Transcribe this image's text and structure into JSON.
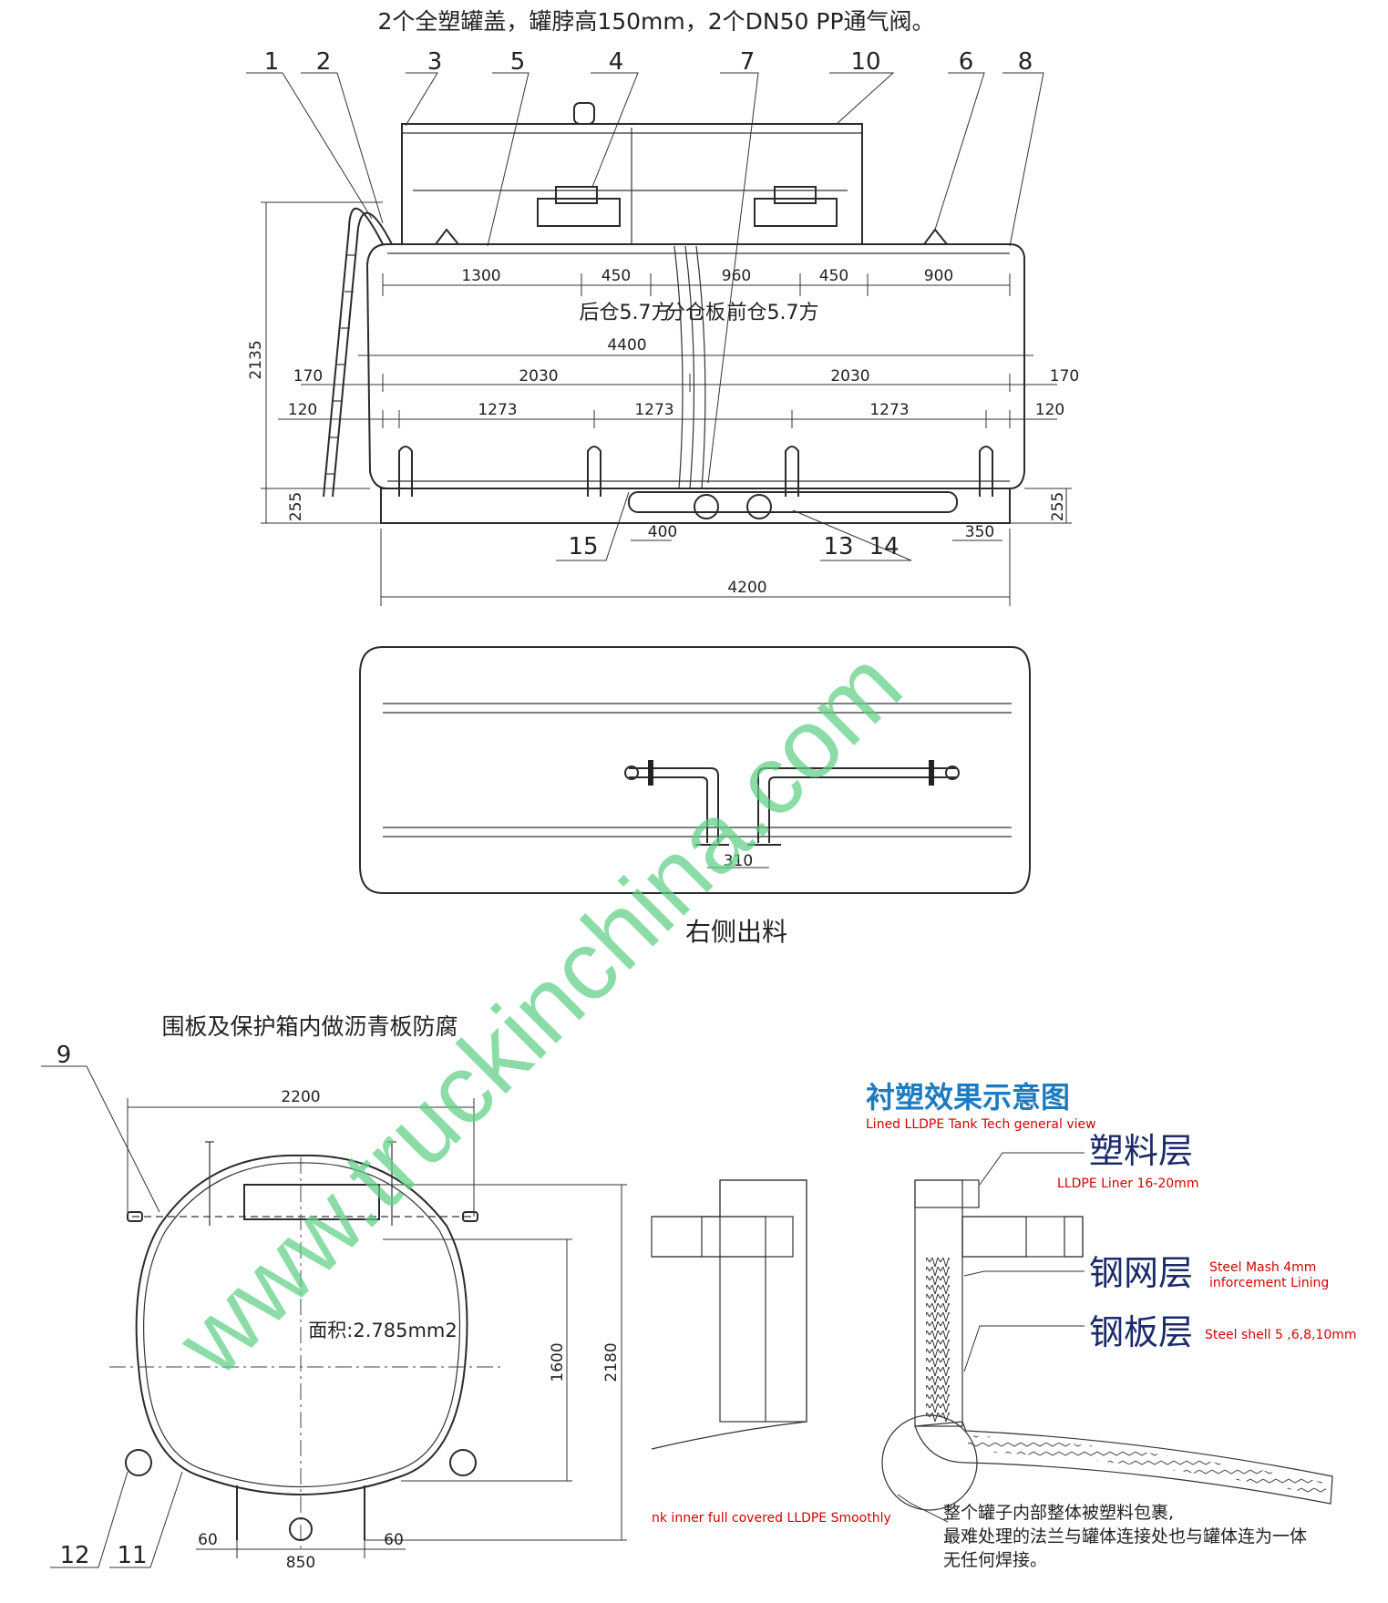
{
  "top_note": "2个全塑罐盖，罐脖高150mm，2个DN50 PP通气阀。",
  "part_numbers": [
    "1",
    "2",
    "3",
    "5",
    "4",
    "7",
    "10",
    "6",
    "8",
    "15",
    "13",
    "14",
    "9",
    "12",
    "11"
  ],
  "side_view": {
    "top_dims": [
      "1300",
      "450",
      "960",
      "450",
      "900"
    ],
    "compartment_rear": "后仓5.7方",
    "partition": "分仓板",
    "compartment_front": "前仓5.7方",
    "total_length": "4400",
    "row2": [
      "170",
      "2030",
      "2030",
      "170"
    ],
    "row3": [
      "120",
      "1273",
      "1273",
      "1273",
      "120"
    ],
    "height": "2135",
    "clearance_left": "255",
    "clearance_right": "255",
    "bottom_dims": [
      "400",
      "350"
    ],
    "frame_length": "4200"
  },
  "plan_view": {
    "outlet_spacing": "310",
    "caption": "右侧出料"
  },
  "end_view": {
    "note": "围板及保护箱内做沥青板防腐",
    "width": "2200",
    "area": "面积:2.785mm2",
    "tank_height": "1600",
    "overall_height": "2180",
    "bottom_dims": [
      "60",
      "850",
      "60"
    ]
  },
  "lining_diagram": {
    "title": "衬塑效果示意图",
    "subtitle": "Lined LLDPE Tank Tech general view",
    "layers": [
      {
        "cn": "塑料层",
        "en": "LLDPE Liner 16-20mm"
      },
      {
        "cn": "钢网层",
        "en": "Steel Mash 4mm inforcement Lining"
      },
      {
        "cn": "钢板层",
        "en": "Steel shell 5 ,6,8,10mm"
      }
    ],
    "callout": "nk inner full covered LLDPE Smoothly",
    "description": [
      "整个罐子内部整体被塑料包裹,",
      "最难处理的法兰与罐体连接处也与罐体连为一体",
      "无任何焊接。"
    ]
  },
  "watermark": "www.truckinchina.com",
  "colors": {
    "title_blue": "#1e7bbf",
    "layer_navy": "#1b2a6b",
    "english_red": "#d40000",
    "watermark_green": "#5fcf86"
  }
}
